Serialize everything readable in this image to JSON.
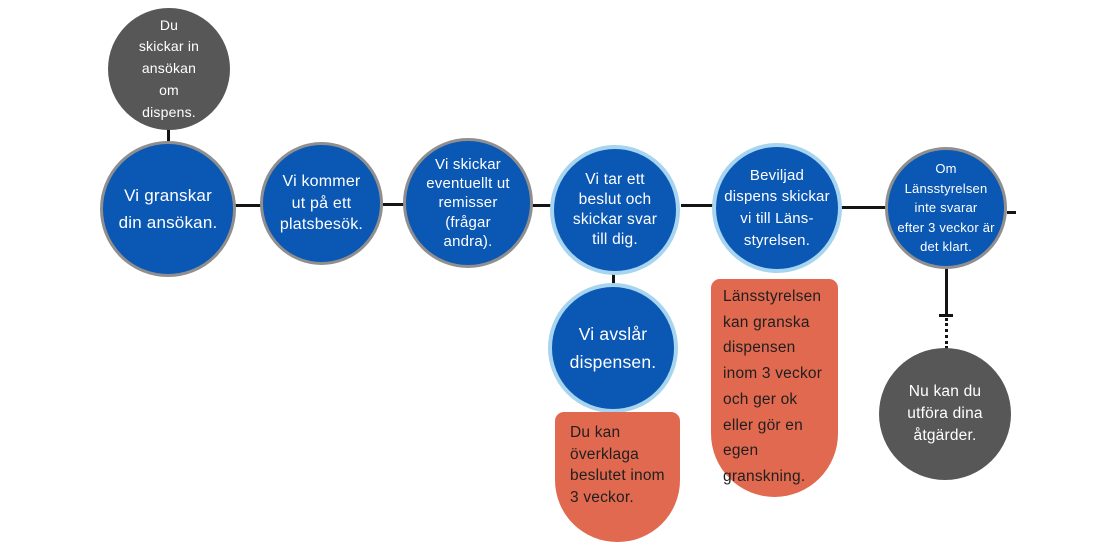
{
  "colors": {
    "blue": "#0a57b4",
    "dark": "#575757",
    "grayBorder": "#8f8f8f",
    "lightBlueBorder": "#a7d4ee",
    "orange": "#e1694f",
    "line": "#141414",
    "textLight": "#ffffff",
    "textDark": "#1f1f1f",
    "background": "#ffffff"
  },
  "nodes": {
    "start": {
      "text": "Du\nskickar in\nansökan\nom\ndispens."
    },
    "review": {
      "text": "Vi granskar\ndin ansökan."
    },
    "siteVisit": {
      "text": "Vi kommer\nut på ett\nplatsbesök."
    },
    "referrals": {
      "text": "Vi skickar\neventuellt ut\nremisser\n(frågar\nandra)."
    },
    "decision": {
      "text": "Vi tar ett\nbeslut och\nskickar svar\ntill dig."
    },
    "granted": {
      "text": "Beviljad\ndispens skickar\nvi till Läns-\nstyrelsen."
    },
    "noReply": {
      "text": "Om\nLänsstyrelsen\ninte svarar\nefter 3 veckor är\ndet klart."
    },
    "rejected": {
      "text": "Vi avslår\ndispensen."
    },
    "proceed": {
      "text": "Nu kan du\nutföra dina\nåtgärder."
    },
    "appeal": {
      "text": "Du kan\növerklaga\nbeslutet inom\n3 veckor."
    },
    "countyReview": {
      "text": "Länsstyrelsen\nkan granska\ndispensen\ninom 3 veckor\noch ger ok\neller gör en\negen\ngranskning."
    }
  }
}
